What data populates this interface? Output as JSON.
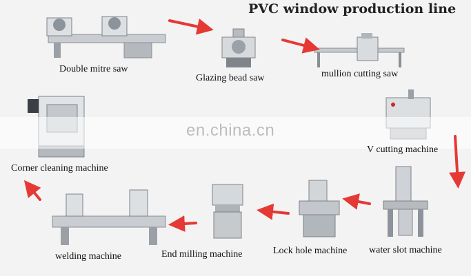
{
  "title": "PVC window production line",
  "watermark": "en.china.cn",
  "accent_color": "#e53935",
  "steps": [
    {
      "label": "Double mitre saw"
    },
    {
      "label": "Glazing bead saw"
    },
    {
      "label": "mullion cutting saw"
    },
    {
      "label": "V cutting machine"
    },
    {
      "label": "water slot machine"
    },
    {
      "label": "Lock hole machine"
    },
    {
      "label": "End milling machine"
    },
    {
      "label": "welding machine"
    },
    {
      "label": "Corner cleaning machine"
    }
  ]
}
